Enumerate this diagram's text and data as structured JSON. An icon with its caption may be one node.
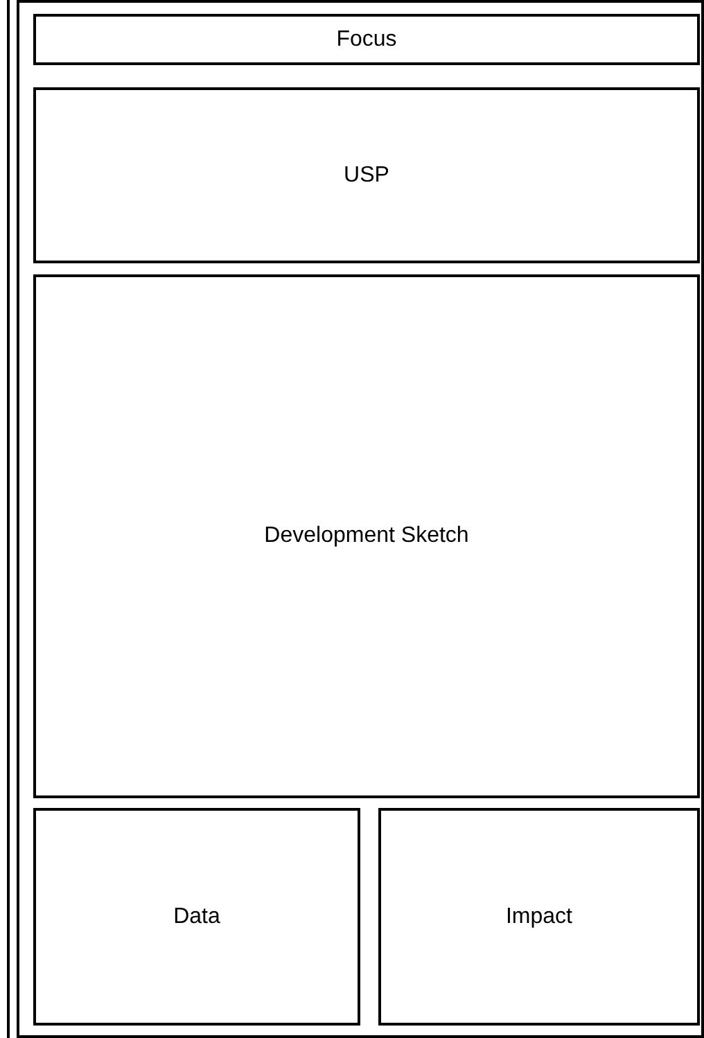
{
  "diagram": {
    "nodes": [
      {
        "text": [],
        "shape": "box"
      },
      {
        "text": [
          "Focus"
        ],
        "in": 0
      },
      {
        "text": [
          "USP"
        ],
        "in": 0
      },
      {
        "text": [
          "Development Sketch"
        ],
        "in": 0
      },
      {
        "text": [
          "Data"
        ],
        "in": 0
      },
      {
        "text": [
          "Impact"
        ],
        "in": 0
      }
    ]
  }
}
